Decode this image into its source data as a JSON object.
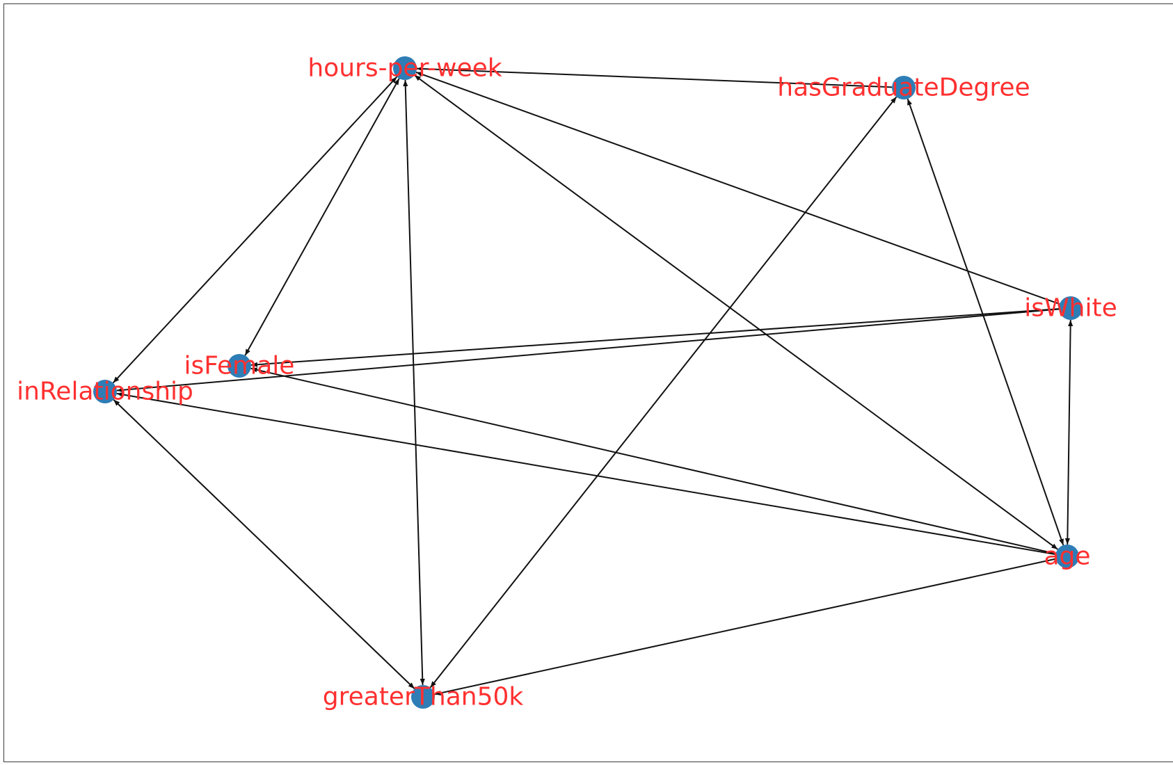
{
  "graph": {
    "node_color": "#2e7db6",
    "label_color": "#ff3030",
    "edge_color": "#111111",
    "nodes": [
      {
        "id": "hours-per-week",
        "label": "hours-per-week"
      },
      {
        "id": "hasGraduateDegree",
        "label": "hasGraduateDegree"
      },
      {
        "id": "isWhite",
        "label": "isWhite"
      },
      {
        "id": "isFemale",
        "label": "isFemale"
      },
      {
        "id": "inRelationship",
        "label": "inRelationship"
      },
      {
        "id": "age",
        "label": "age"
      },
      {
        "id": "greaterThan50k",
        "label": "greaterThan50k"
      }
    ],
    "edges": [
      {
        "from": "hasGraduateDegree",
        "to": "hours-per-week",
        "bidirectional": false
      },
      {
        "from": "isWhite",
        "to": "hours-per-week",
        "bidirectional": false
      },
      {
        "from": "age",
        "to": "hours-per-week",
        "bidirectional": true
      },
      {
        "from": "hours-per-week",
        "to": "inRelationship",
        "bidirectional": true
      },
      {
        "from": "hours-per-week",
        "to": "isFemale",
        "bidirectional": true
      },
      {
        "from": "hours-per-week",
        "to": "greaterThan50k",
        "bidirectional": true
      },
      {
        "from": "greaterThan50k",
        "to": "hasGraduateDegree",
        "bidirectional": true
      },
      {
        "from": "age",
        "to": "hasGraduateDegree",
        "bidirectional": true
      },
      {
        "from": "isWhite",
        "to": "age",
        "bidirectional": true
      },
      {
        "from": "isWhite",
        "to": "isFemale",
        "bidirectional": false
      },
      {
        "from": "isWhite",
        "to": "inRelationship",
        "bidirectional": false
      },
      {
        "from": "age",
        "to": "isFemale",
        "bidirectional": false
      },
      {
        "from": "age",
        "to": "inRelationship",
        "bidirectional": false
      },
      {
        "from": "inRelationship",
        "to": "greaterThan50k",
        "bidirectional": true
      },
      {
        "from": "age",
        "to": "greaterThan50k",
        "bidirectional": false
      }
    ]
  }
}
